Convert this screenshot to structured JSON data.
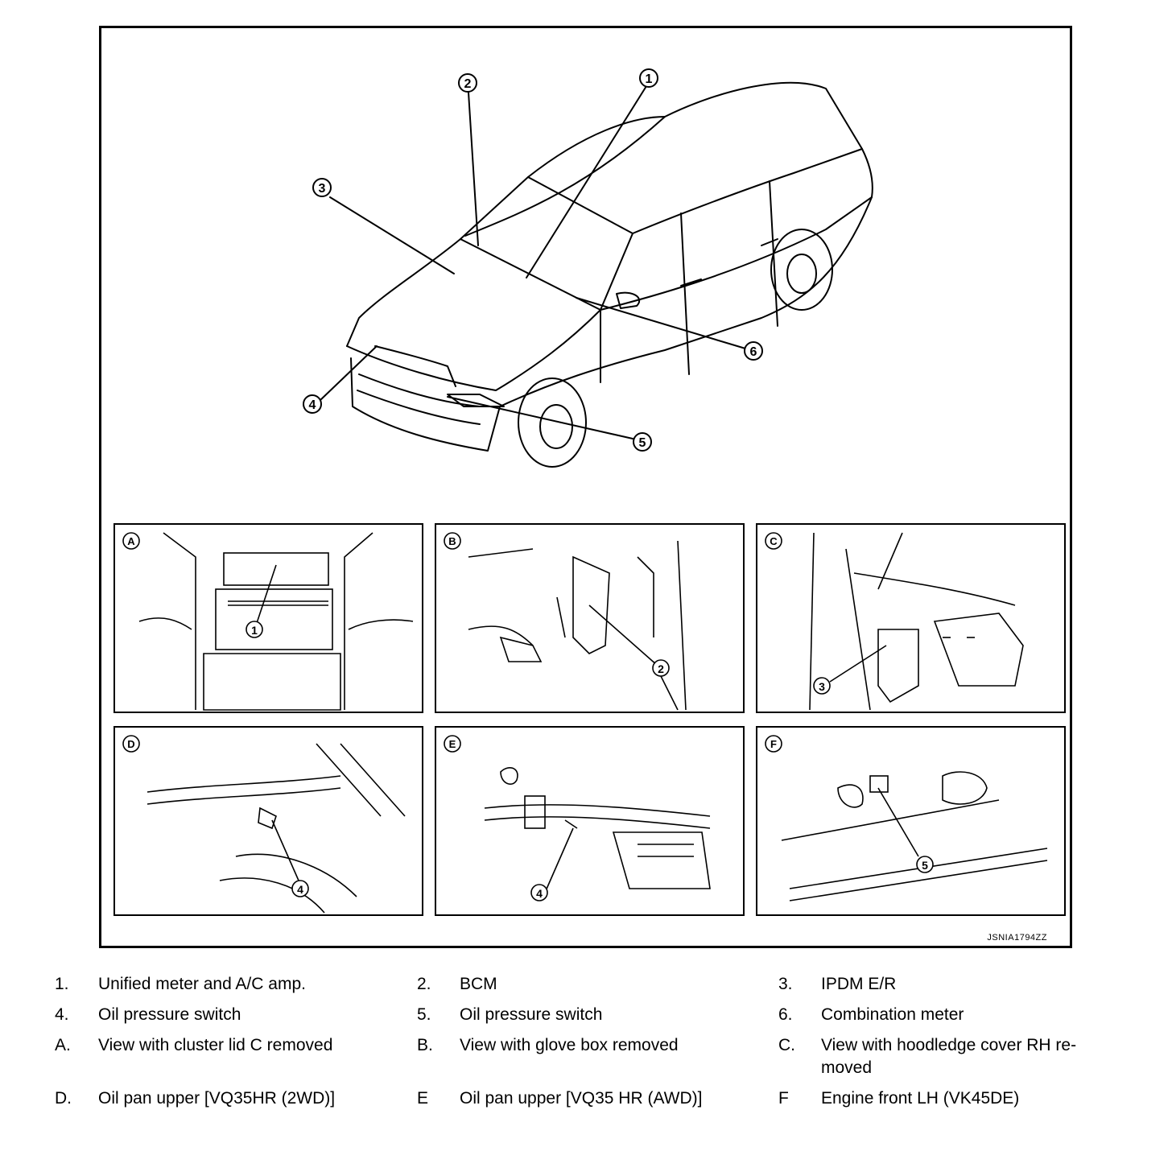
{
  "figure": {
    "code": "JSNIA1794ZZ",
    "callouts": [
      "1",
      "2",
      "3",
      "4",
      "5",
      "6"
    ],
    "panels": [
      {
        "letter": "A",
        "callout": "1"
      },
      {
        "letter": "B",
        "callout": "2"
      },
      {
        "letter": "C",
        "callout": "3"
      },
      {
        "letter": "D",
        "callout": "4"
      },
      {
        "letter": "E",
        "callout": "4"
      },
      {
        "letter": "F",
        "callout": "5"
      }
    ]
  },
  "legend": [
    {
      "key": "1.",
      "text": "Unified meter and A/C amp."
    },
    {
      "key": "2.",
      "text": "BCM"
    },
    {
      "key": "3.",
      "text": "IPDM E/R"
    },
    {
      "key": "4.",
      "text": "Oil pressure switch"
    },
    {
      "key": "5.",
      "text": "Oil pressure switch"
    },
    {
      "key": "6.",
      "text": "Combination meter"
    },
    {
      "key": "A.",
      "text": "View with cluster lid C removed"
    },
    {
      "key": "B.",
      "text": "View with glove box removed"
    },
    {
      "key": "C.",
      "text": "View with hoodledge cover RH re-moved"
    },
    {
      "key": "D.",
      "text": "Oil pan upper [VQ35HR (2WD)]"
    },
    {
      "key": "E",
      "text": "Oil pan upper [VQ35 HR (AWD)]"
    },
    {
      "key": "F",
      "text": "Engine front LH (VK45DE)"
    }
  ]
}
